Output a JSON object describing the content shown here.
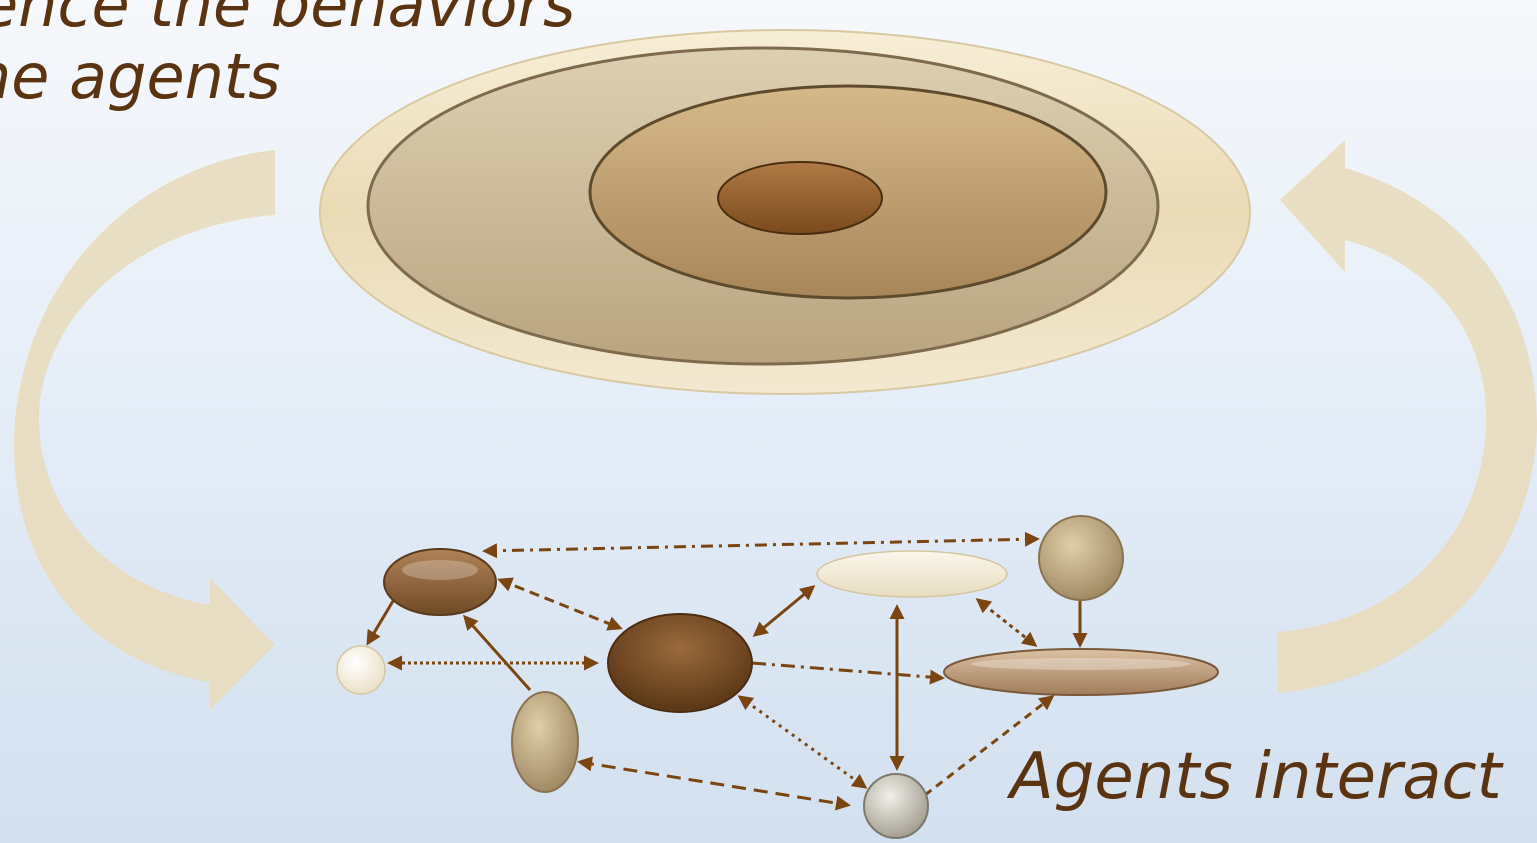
{
  "captions": {
    "top_line1": "ence the behaviors",
    "top_line2": "he agents",
    "bottom": "Agents interact"
  },
  "colors": {
    "arrow_brown": "#7a4510",
    "cycle_arrow": "#e8dcc0",
    "text_brown": "#5a3310"
  }
}
